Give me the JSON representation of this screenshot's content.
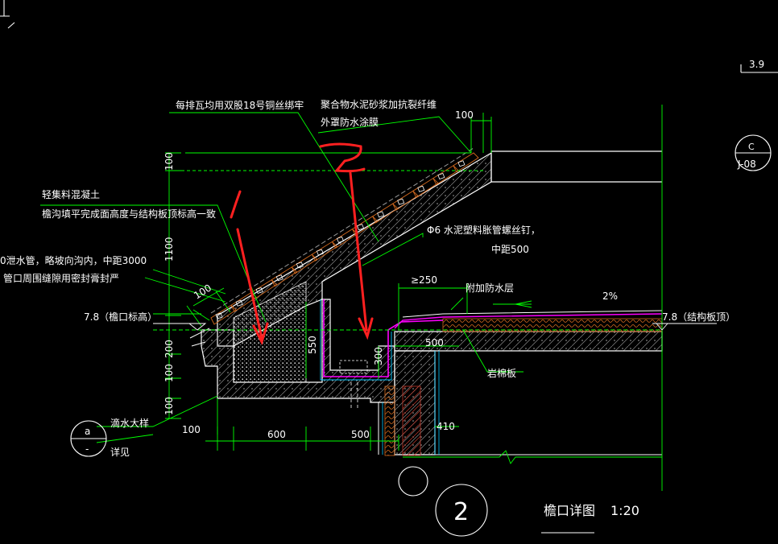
{
  "colors": {
    "background": "#000000",
    "line": "#ffffff",
    "green": "#00ff00",
    "cyan": "#00c8ff",
    "magenta": "#ff00ff",
    "orange": "#d2691e",
    "yellow": "#ffff00",
    "red": "#ff2020",
    "gray": "#9a9a9a"
  },
  "labels": {
    "note_tile_wire": "每排瓦均用双股18号铜丝绑牢",
    "note_mortar_1": "聚合物水泥砂浆加抗裂纤维",
    "note_mortar_2": "外罩防水涂膜",
    "note_concrete_1": "轻集料混凝土",
    "note_concrete_2": "檐沟填平完成面高度与结构板顶标高一致",
    "note_drain_1": "0泄水管，略坡向沟内，中距3000",
    "note_drain_2": "管口周围缝隙用密封膏封严",
    "note_anchor_1": "Φ6 水泥塑料胀管螺丝钉，",
    "note_anchor_2": "中距500",
    "note_extra_wp": "附加防水层",
    "note_rockwool": "岩棉板",
    "note_drip": "滴水大样",
    "note_detail_see": "详见",
    "title_main": "檐口详图",
    "title_scale": "1:20",
    "elev_eave": "7.8（檐口标高）",
    "elev_slab": "7.8（结构板顶）",
    "elev_top": "3.9",
    "slope": "2%",
    "ref_c": "C",
    "ref_j08": "J-08",
    "ref_a": "a",
    "ref_dash": "-",
    "detail_no": "2",
    "annot_1": "1",
    "annot_2": "2",
    "dim_100_top": "100",
    "dim_100_left_top": "100",
    "dim_1100": "1100",
    "dim_200": "200",
    "dim_100_left_mid": "100",
    "dim_100_left_bot": "100",
    "dim_100_slope": "100",
    "dim_550": "550",
    "dim_300": "300",
    "dim_ge250": "≥250",
    "dim_500_right": "500",
    "dim_410": "410",
    "dim_100_bot": "100",
    "dim_600": "600",
    "dim_500_bot": "500"
  }
}
